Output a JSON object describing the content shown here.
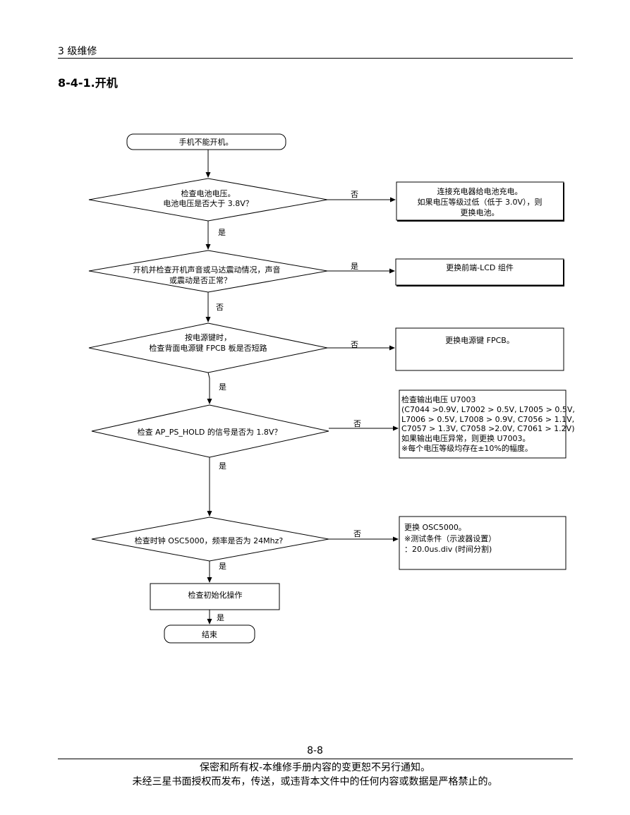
{
  "header": {
    "chapter": "3 级维修"
  },
  "section": {
    "title": "8-4-1.开机"
  },
  "flow": {
    "start": "手机不能开机。",
    "q1": [
      "检查电池电压。",
      "电池电压是否大于 3.8V？"
    ],
    "a1_no": "否",
    "r1": [
      "连接充电器给电池充电。",
      "如果电压等级过低（低于 3.0V），则",
      "更换电池。"
    ],
    "a1_yes": "是",
    "q2": [
      "开机并检查开机声音或马达震动情况，声音",
      "或震动是否正常？"
    ],
    "a2_yes": "是",
    "r2": [
      "更换前端-LCD 组件"
    ],
    "a2_no": "否",
    "q3": [
      "按电源键时，",
      "检查背面电源键 FPCB 板是否短路"
    ],
    "a3_no": "否",
    "r3": [
      "更换电源键 FPCB。"
    ],
    "a3_yes": "是",
    "q4": [
      "检查 AP_PS_HOLD 的信号是否为 1.8V？"
    ],
    "a4_no": "否",
    "r4": [
      "检查输出电压 U7003",
      "(C7044 >0.9V, L7002 > 0.5V, L7005 > 0.5V,",
      "L7006 > 0.5V, L7008 > 0.9V, C7056 > 1.1V,",
      "C7057 > 1.3V, C7058 >2.0V, C7061 > 1.2V)",
      "如果输出电压异常，则更换 U7003。",
      "※每个电压等级均存在±10%的幅度。"
    ],
    "a4_yes": "是",
    "q5": [
      "检查时钟 OSC5000，频率是否为 24Mhz?"
    ],
    "a5_no": "否",
    "r5": [
      "更换 OSC5000。",
      "※测试条件（示波器设置）",
      "：20.0us.div (时间分割)"
    ],
    "a5_yes": "是",
    "p6": "检查初始化操作",
    "a6_yes": "是",
    "end": "结束"
  },
  "footer": {
    "page": "8-8",
    "line1": "保密和所有权-本维修手册内容的变更恕不另行通知。",
    "line2": "未经三星书面授权而发布，传送，或违背本文件中的任何内容或数据是严格禁止的。"
  }
}
